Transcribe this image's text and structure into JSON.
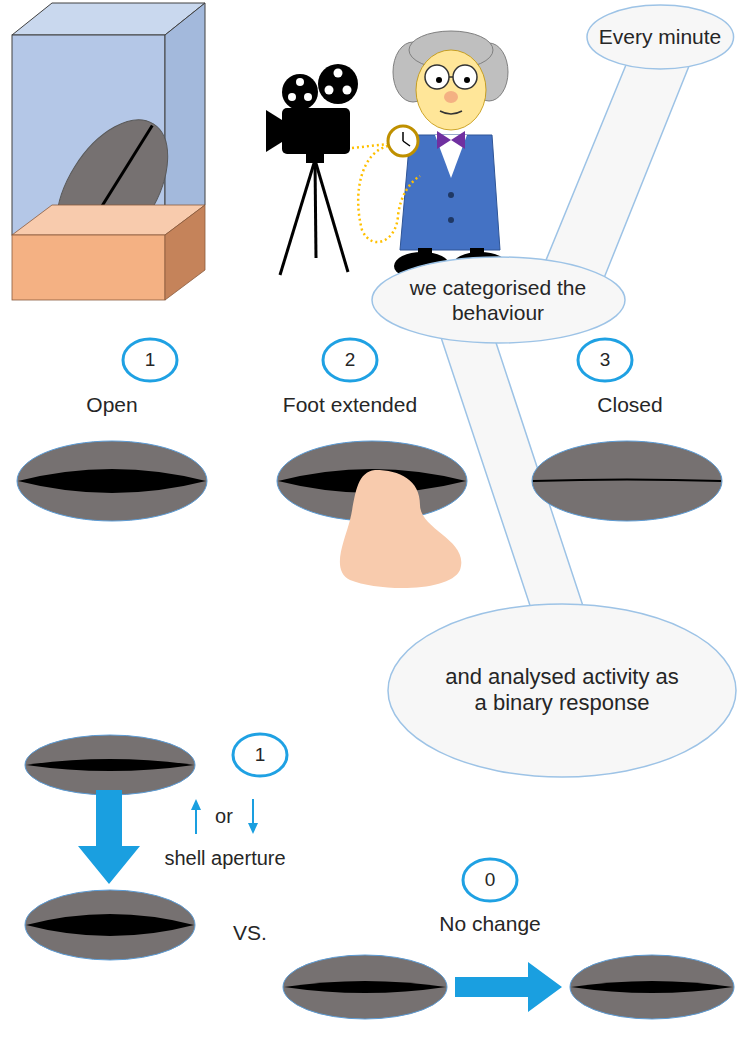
{
  "diagram": {
    "nodes": [
      {
        "text": [
          "Every minute"
        ]
      },
      {
        "text": [
          "we categorised the behaviour"
        ]
      },
      {
        "text": [
          "1"
        ]
      },
      {
        "text": [
          "2"
        ]
      },
      {
        "text": [
          "3"
        ]
      },
      {
        "text": [
          "and analysed activity as a binary response"
        ]
      },
      {
        "text": [
          "1"
        ]
      },
      {
        "text": [
          "0"
        ]
      }
    ],
    "edges": [
      {
        "from": 0,
        "to": 1,
        "arrow": "none"
      },
      {
        "from": 1,
        "to": 5,
        "arrow": "none"
      }
    ],
    "labels": [
      "Open",
      "Foot extended",
      "Closed",
      "or",
      "shell aperture",
      "VS.",
      "No change"
    ]
  }
}
